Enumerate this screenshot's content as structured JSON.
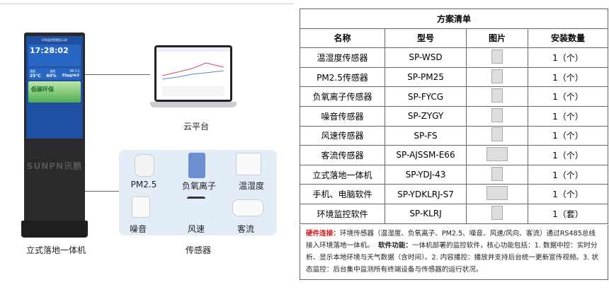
{
  "kiosk": {
    "screen_title": "环境监控智慧显示屏",
    "time": "17:28:02",
    "temp": "25℃",
    "humidity": "60%",
    "pm25": "35μg/m3",
    "temp_label": "温度",
    "humidity_label": "湿度",
    "pm_label": "PM 2.5",
    "banner": "低碳环保",
    "brand": "SUNPN讯鹏",
    "label": "立式落地一体机"
  },
  "laptop": {
    "label": "云平台"
  },
  "sensors": {
    "label": "传感器",
    "items": [
      "PM2.5",
      "负氧离子",
      "温湿度",
      "噪音",
      "风速",
      "客流"
    ]
  },
  "table": {
    "title": "方案清单",
    "headers": [
      "名称",
      "型号",
      "图片",
      "安装数量"
    ],
    "rows": [
      [
        "温湿度传感器",
        "SP-WSD",
        "1（个）"
      ],
      [
        "PM2.5传感器",
        "SP-PM25",
        "1（个）"
      ],
      [
        "负氧离子传感器",
        "SP-FYCG",
        "1（个）"
      ],
      [
        "噪音传感器",
        "SP-ZYGY",
        "1（个）"
      ],
      [
        "风速传感器",
        "SP-FS",
        "1（个）"
      ],
      [
        "客流传感器",
        "SP-AJSSM-E66",
        "1（个）"
      ],
      [
        "立式落地一体机",
        "SP-YDJ-43",
        "1（个）"
      ],
      [
        "手机、电脑软件",
        "SP-YDKLRJ-S7",
        "1（个）"
      ],
      [
        "环境监控软件",
        "SP-KLRJ",
        "1（套）"
      ]
    ]
  },
  "notes": {
    "hw_label": "硬件连接：",
    "hw_text": "环境传感器（温湿度、负氧离子、PM2.5、噪音、风速/风向、客流）通过RS485总线接入环境落地一体机。",
    "sw_label": "软件功能：",
    "sw_text": "一体机部署的监控软件，核心功能包括：1. 数据中控：实时分析、显示本地环境与天气数据（含时间）。2. 内容播控：播放并支持后台统一更新宣传视频。3. 状态监控：后台集中监测所有终端设备与传感器的运行状况。"
  },
  "colors": {
    "accent_red": "#d61a1a",
    "panel_bg": "#e3edf8",
    "screen_blue": "#1e4fa0"
  }
}
